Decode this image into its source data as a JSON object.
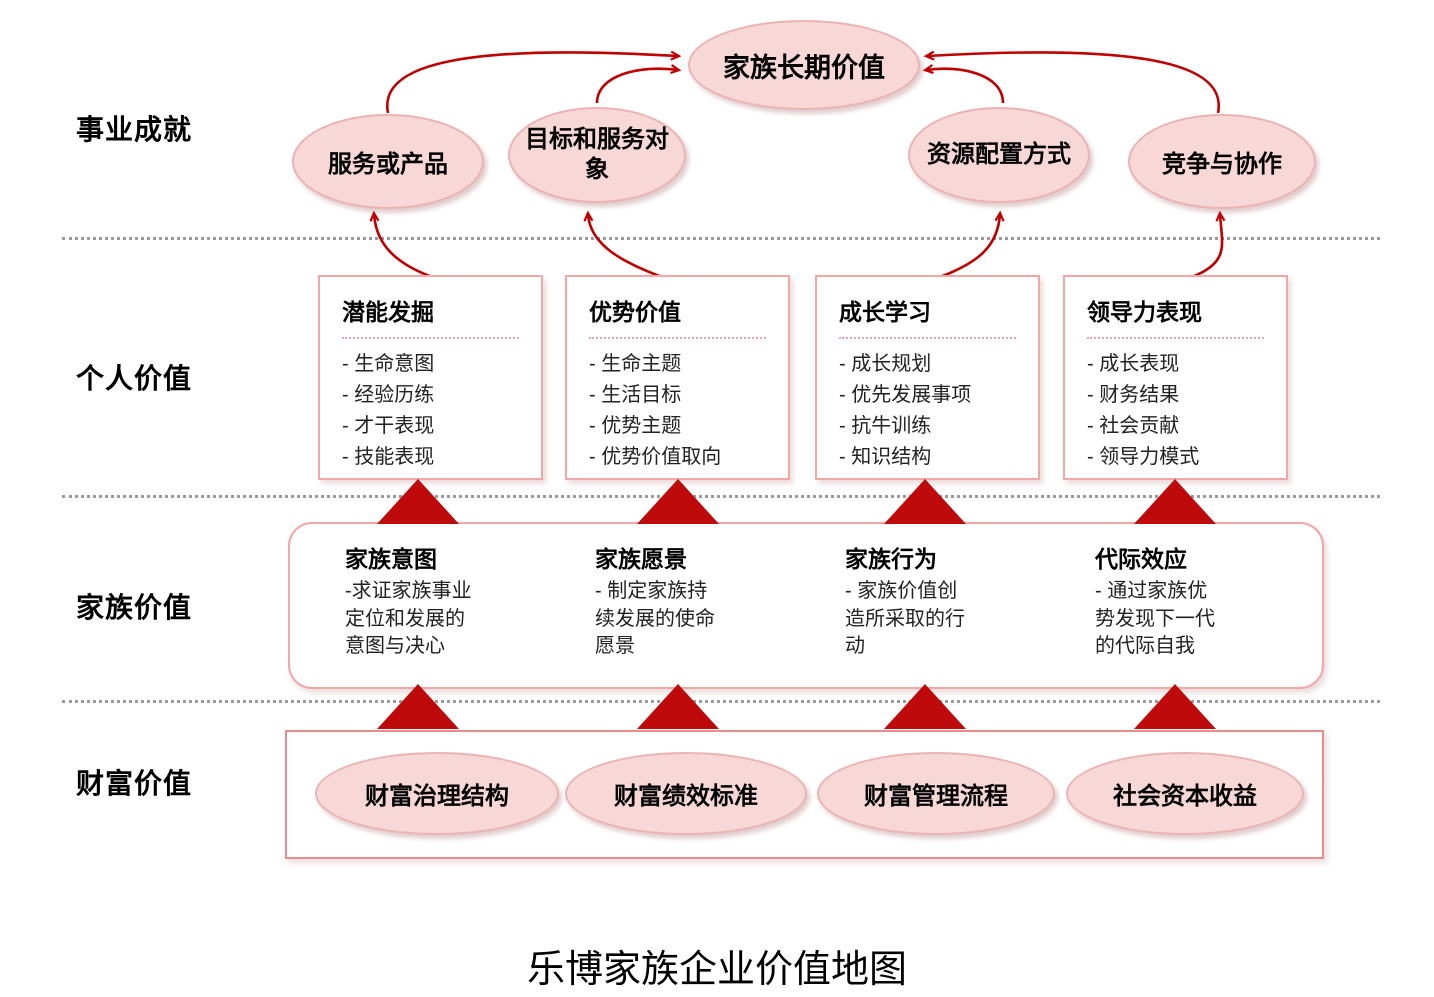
{
  "title": "乐博家族企业价值地图",
  "top_node": {
    "label": "家族长期价值"
  },
  "row_labels": {
    "career": "事业成就",
    "personal": "个人价值",
    "family": "家族价值",
    "wealth": "财富价值"
  },
  "career_nodes": [
    {
      "label": "服务或产品"
    },
    {
      "label": "目标和服务对象"
    },
    {
      "label": "资源配置方式"
    },
    {
      "label": "竞争与协作"
    }
  ],
  "personal_boxes": [
    {
      "title": "潜能发掘",
      "items": [
        "- 生命意图",
        "- 经验历练",
        "- 才干表现",
        "- 技能表现"
      ]
    },
    {
      "title": "优势价值",
      "items": [
        "- 生命主题",
        "- 生活目标",
        "- 优势主题",
        "- 优势价值取向"
      ]
    },
    {
      "title": "成长学习",
      "items": [
        "- 成长规划",
        "- 优先发展事项",
        "- 抗牛训练",
        "- 知识结构"
      ]
    },
    {
      "title": "领导力表现",
      "items": [
        "- 成长表现",
        "- 财务结果",
        "- 社会贡献",
        "- 领导力模式"
      ]
    }
  ],
  "family_sections": [
    {
      "title": "家族意图",
      "desc": "-求证家族事业定位和发展的意图与决心"
    },
    {
      "title": "家族愿景",
      "desc": "- 制定家族持续发展的使命愿景"
    },
    {
      "title": "家族行为",
      "desc": "- 家族价值创造所采取的行动"
    },
    {
      "title": "代际效应",
      "desc": "- 通过家族优势发现下一代的代际自我"
    }
  ],
  "wealth_nodes": [
    {
      "label": "财富治理结构"
    },
    {
      "label": "财富绩效标准"
    },
    {
      "label": "财富管理流程"
    },
    {
      "label": "社会资本收益"
    }
  ],
  "colors": {
    "arrow_red": "#C00000",
    "triangle_red": "#BE0A0A",
    "ellipse_fill": "#F8D7D7",
    "ellipse_border": "#EBB3B3",
    "box_border": "#F2A7A7",
    "wealth_border": "#E98C8C",
    "separator_gray": "#9A9A9A"
  }
}
